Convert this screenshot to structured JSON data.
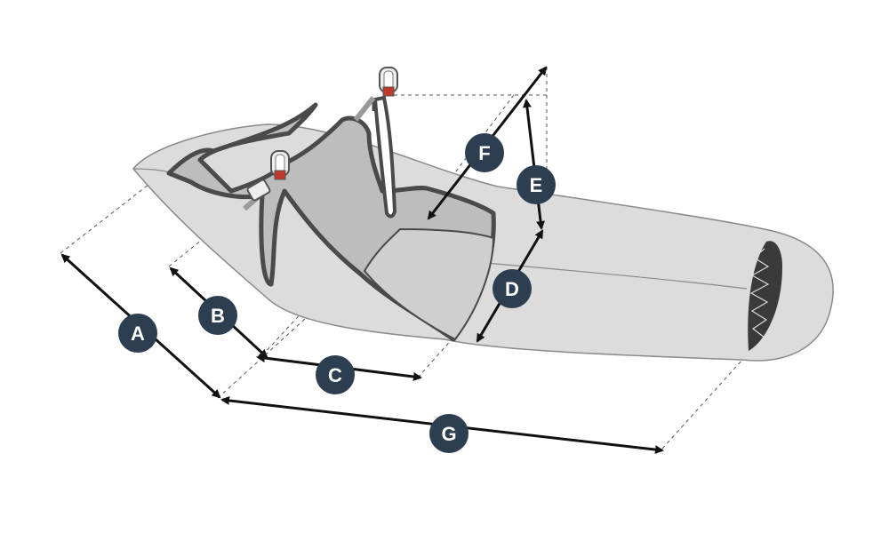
{
  "colors": {
    "background": "#ffffff",
    "pod_shell": "#dcdcdc",
    "pod_stroke": "#8a8a8a",
    "seat_fill": "#bdbdbd",
    "harness_stroke": "#4a4a4a",
    "badge_fill": "#2c3e50",
    "badge_text": "#ffffff",
    "arrow": "#111111",
    "dashed_guide": "#555555",
    "buckle_red": "#c0392b",
    "zipper_dark": "#3a3a3a"
  },
  "dimensions": [
    {
      "id": "A",
      "label": "A"
    },
    {
      "id": "B",
      "label": "B"
    },
    {
      "id": "C",
      "label": "C"
    },
    {
      "id": "D",
      "label": "D"
    },
    {
      "id": "E",
      "label": "E"
    },
    {
      "id": "F",
      "label": "F"
    },
    {
      "id": "G",
      "label": "G"
    }
  ],
  "icons": [
    "carabiner-icon",
    "buckle-icon",
    "zipper-icon"
  ]
}
